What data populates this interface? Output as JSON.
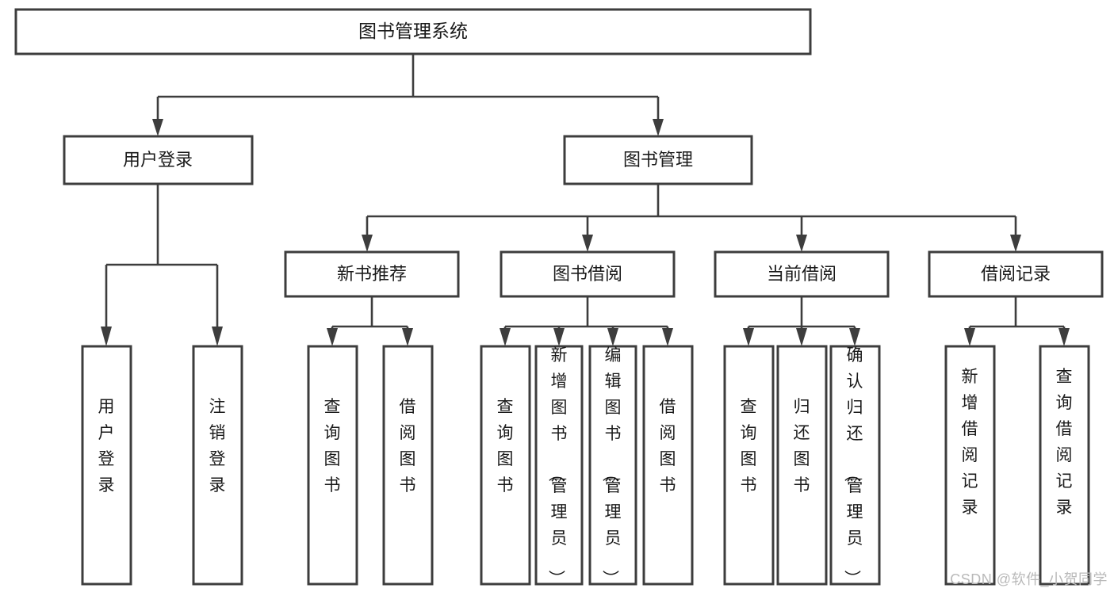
{
  "diagram": {
    "type": "tree",
    "title": "图书管理系统",
    "watermark": "CSDN @软件_小贺同学",
    "colors": {
      "stroke": "#3d3d3d",
      "fill": "#ffffff",
      "text": "#1a1a1a",
      "watermark": "#b9b9b9",
      "background": "#ffffff"
    },
    "root": {
      "label": "图书管理系统"
    },
    "level2": [
      {
        "label": "用户登录"
      },
      {
        "label": "图书管理"
      }
    ],
    "level3": [
      {
        "label": "新书推荐"
      },
      {
        "label": "图书借阅"
      },
      {
        "label": "当前借阅"
      },
      {
        "label": "借阅记录"
      }
    ],
    "leaves": {
      "user_login": [
        {
          "label": "用户登录"
        },
        {
          "label": "注销登录"
        }
      ],
      "new_book": [
        {
          "label": "查询图书"
        },
        {
          "label": "借阅图书"
        }
      ],
      "borrow_book": [
        {
          "label": "查询图书"
        },
        {
          "label": "新增图书（管理员）"
        },
        {
          "label": "编辑图书（管理员）"
        },
        {
          "label": "借阅图书"
        }
      ],
      "current_borrow": [
        {
          "label": "查询图书"
        },
        {
          "label": "归还图书"
        },
        {
          "label": "确认归还（管理员）"
        }
      ],
      "borrow_record": [
        {
          "label": "新增借阅记录"
        },
        {
          "label": "查询借阅记录"
        }
      ]
    }
  }
}
